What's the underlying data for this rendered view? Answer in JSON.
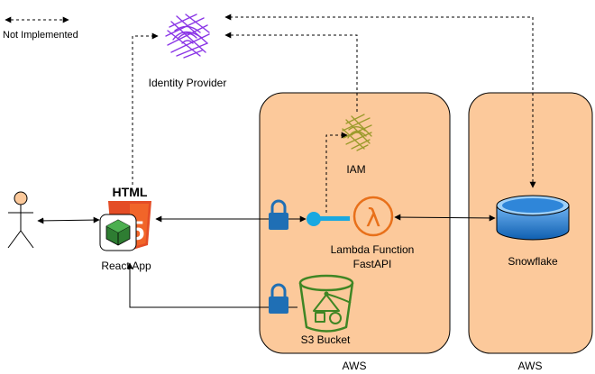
{
  "legend": {
    "label": "Not Implemented"
  },
  "nodes": {
    "identity_provider": {
      "label": "Identity Provider"
    },
    "iam": {
      "label": "IAM"
    },
    "react_app": {
      "label": "React App",
      "html_badge": "HTML",
      "html_number": "5"
    },
    "lambda": {
      "label_line1": "Lambda Function",
      "label_line2": "FastAPI",
      "symbol": "λ"
    },
    "snowflake": {
      "label": "Snowflake"
    },
    "s3": {
      "label": "S3 Bucket"
    }
  },
  "groups": {
    "aws_main": {
      "label": "AWS",
      "fill": "#fcc99b"
    },
    "aws_snowflake": {
      "label": "AWS",
      "fill": "#fcc99b"
    }
  },
  "colors": {
    "identity_purple": "#8a35e6",
    "iam_olive": "#9a9a2a",
    "html_orange": "#e44d26",
    "lambda_orange": "#e8701a",
    "s3_green": "#3f8624",
    "db_blue": "#1a73c7",
    "lock_blue": "#1f6fb5",
    "connector_blue": "#19a8e0"
  }
}
